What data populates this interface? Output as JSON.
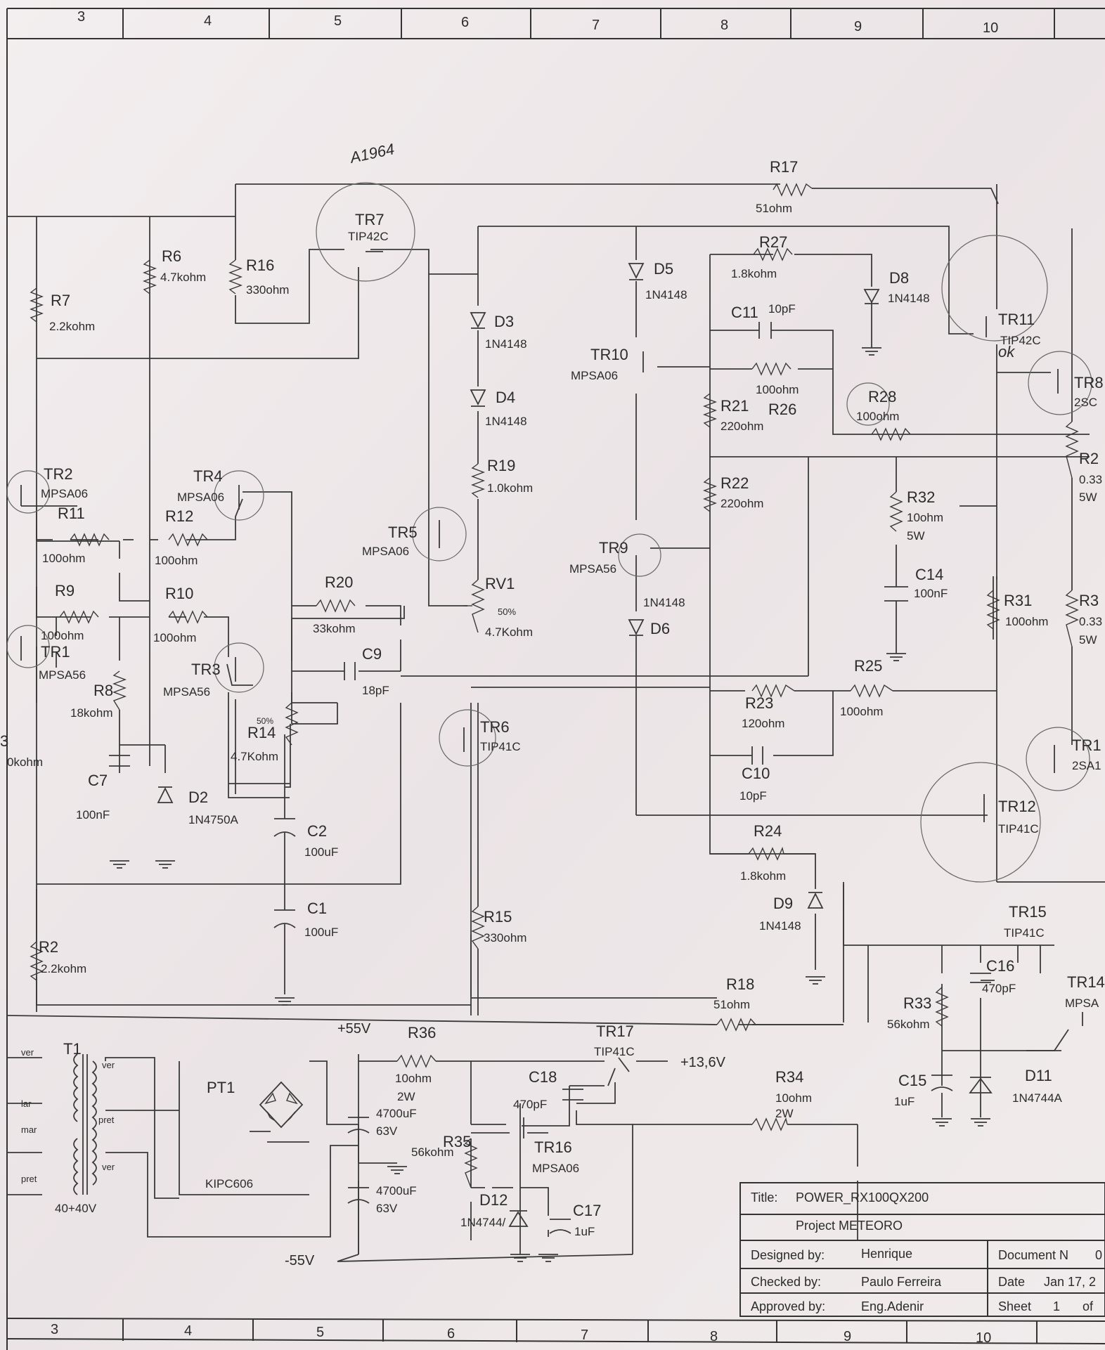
{
  "border": {
    "top_columns": [
      "3",
      "4",
      "5",
      "6",
      "7",
      "8",
      "9",
      "10"
    ],
    "bottom_columns": [
      "3",
      "4",
      "5",
      "6",
      "7",
      "8",
      "9",
      "10"
    ]
  },
  "components": {
    "R17": {
      "ref": "R17",
      "value": "51ohm"
    },
    "R27": {
      "ref": "R27",
      "value": "1.8kohm"
    },
    "R6": {
      "ref": "R6",
      "value": "4.7kohm"
    },
    "R16": {
      "ref": "R16",
      "value": "330ohm"
    },
    "R7": {
      "ref": "R7",
      "value": "2.2kohm"
    },
    "TR7": {
      "ref": "TR7",
      "part": "TIP42C",
      "note": "A1964"
    },
    "D5": {
      "ref": "D5",
      "part": "1N4148"
    },
    "D8": {
      "ref": "D8",
      "part": "1N4148"
    },
    "D3": {
      "ref": "D3",
      "part": "1N4148"
    },
    "D4": {
      "ref": "D4",
      "part": "1N4148"
    },
    "C11": {
      "ref": "C11",
      "value": "10pF"
    },
    "TR11": {
      "ref": "TR11",
      "part": "TIP42C",
      "note": "ok"
    },
    "TR10": {
      "ref": "TR10",
      "part": "MPSA06"
    },
    "R26": {
      "ref": "R26",
      "value": "100ohm"
    },
    "R21": {
      "ref": "R21",
      "value": "220ohm"
    },
    "R28": {
      "ref": "R28",
      "value": "100ohm"
    },
    "TR8": {
      "ref": "TR8",
      "part": "2SC"
    },
    "TR2": {
      "ref": "TR2",
      "part": "MPSA06"
    },
    "TR4": {
      "ref": "TR4",
      "part": "MPSA06"
    },
    "R19": {
      "ref": "R19",
      "value": "1.0kohm"
    },
    "R22": {
      "ref": "R22",
      "value": "220ohm"
    },
    "R32": {
      "ref": "R32",
      "value": "10ohm",
      "power": "5W"
    },
    "R29": {
      "ref": "R2",
      "value": "0.33",
      "power": "5W"
    },
    "R11": {
      "ref": "R11",
      "value": "100ohm"
    },
    "R12": {
      "ref": "R12",
      "value": "100ohm"
    },
    "TR5": {
      "ref": "TR5",
      "part": "MPSA06"
    },
    "TR9": {
      "ref": "TR9",
      "part": "MPSA56"
    },
    "C14": {
      "ref": "C14",
      "value": "100nF"
    },
    "R9": {
      "ref": "R9",
      "value": "100ohm"
    },
    "R10": {
      "ref": "R10",
      "value": "100ohm"
    },
    "R20": {
      "ref": "R20",
      "value": "33kohm"
    },
    "RV1": {
      "ref": "RV1",
      "value": "4.7Kohm",
      "setting": "50%"
    },
    "D6": {
      "ref": "D6",
      "part": "1N4148"
    },
    "R31": {
      "ref": "R31",
      "value": "100ohm"
    },
    "R30": {
      "ref": "R3",
      "value": "0.33",
      "power": "5W"
    },
    "TR1": {
      "ref": "TR1",
      "part": "MPSA56"
    },
    "TR3": {
      "ref": "TR3",
      "part": "MPSA56"
    },
    "C9": {
      "ref": "C9",
      "value": "18pF"
    },
    "R25": {
      "ref": "R25",
      "value": "100ohm"
    },
    "R8": {
      "ref": "R8",
      "value": "18kohm"
    },
    "R14": {
      "ref": "R14",
      "value": "4.7Kohm",
      "setting": "50%"
    },
    "R23": {
      "ref": "R23",
      "value": "120ohm"
    },
    "TR6": {
      "ref": "TR6",
      "part": "TIP41C"
    },
    "R3": {
      "ref": "3",
      "value": "0kohm"
    },
    "C10": {
      "ref": "C10",
      "value": "10pF"
    },
    "TR13": {
      "ref": "TR1",
      "part": "2SA1"
    },
    "C7": {
      "ref": "C7",
      "value": "100nF"
    },
    "D2": {
      "ref": "D2",
      "part": "1N4750A"
    },
    "TR12": {
      "ref": "TR12",
      "part": "TIP41C"
    },
    "C2": {
      "ref": "C2",
      "value": "100uF"
    },
    "R24": {
      "ref": "R24",
      "value": "1.8kohm"
    },
    "C1": {
      "ref": "C1",
      "value": "100uF"
    },
    "D9": {
      "ref": "D9",
      "part": "1N4148"
    },
    "R15": {
      "ref": "R15",
      "value": "330ohm"
    },
    "TR15": {
      "ref": "TR15",
      "part": "TIP41C"
    },
    "R2": {
      "ref": "R2",
      "value": "2.2kohm"
    },
    "C16": {
      "ref": "C16",
      "value": "470pF"
    },
    "TR14": {
      "ref": "TR14",
      "part": "MPSA"
    },
    "R18": {
      "ref": "R18",
      "value": "51ohm"
    },
    "R33": {
      "ref": "R33",
      "value": "56kohm"
    },
    "T1": {
      "ref": "T1",
      "rating": "40+40V",
      "wires": [
        "ver",
        "lar",
        "mar",
        "pret",
        "ver",
        "pret",
        "ver"
      ]
    },
    "R36": {
      "ref": "R36",
      "value": "10ohm",
      "power": "2W"
    },
    "TR17": {
      "ref": "TR17",
      "part": "TIP41C"
    },
    "PT1": {
      "ref": "PT1",
      "part": "KIPC606"
    },
    "C18": {
      "ref": "C18",
      "value": "470pF"
    },
    "R34": {
      "ref": "R34",
      "value": "10ohm",
      "power": "2W"
    },
    "C15": {
      "ref": "C15",
      "value": "1uF"
    },
    "D11": {
      "ref": "D11",
      "part": "1N4744A"
    },
    "C3": {
      "ref": "4700uF",
      "value": "63V"
    },
    "C4": {
      "ref": "4700uF",
      "value": "63V"
    },
    "R35": {
      "ref": "R35",
      "value": "56kohm"
    },
    "TR16": {
      "ref": "TR16",
      "part": "MPSA06"
    },
    "D12": {
      "ref": "D12",
      "part": "1N4744/"
    },
    "C17": {
      "ref": "C17",
      "value": "1uF"
    }
  },
  "rails": {
    "plus": "+55V",
    "minus": "-55V",
    "regulated": "+13,6V"
  },
  "title_block": {
    "title_label": "Title:",
    "title": "POWER_RX100QX200",
    "project": "Project METEORO",
    "designed_label": "Designed by:",
    "designed": "Henrique",
    "checked_label": "Checked by:",
    "checked": "Paulo Ferreira",
    "approved_label": "Approved by:",
    "approved": "Eng.Adenir",
    "doc_label": "Document N",
    "doc": "0",
    "date_label": "Date",
    "date": "Jan 17, 2",
    "sheet_label": "Sheet",
    "sheet": "1",
    "of_label": "of"
  }
}
